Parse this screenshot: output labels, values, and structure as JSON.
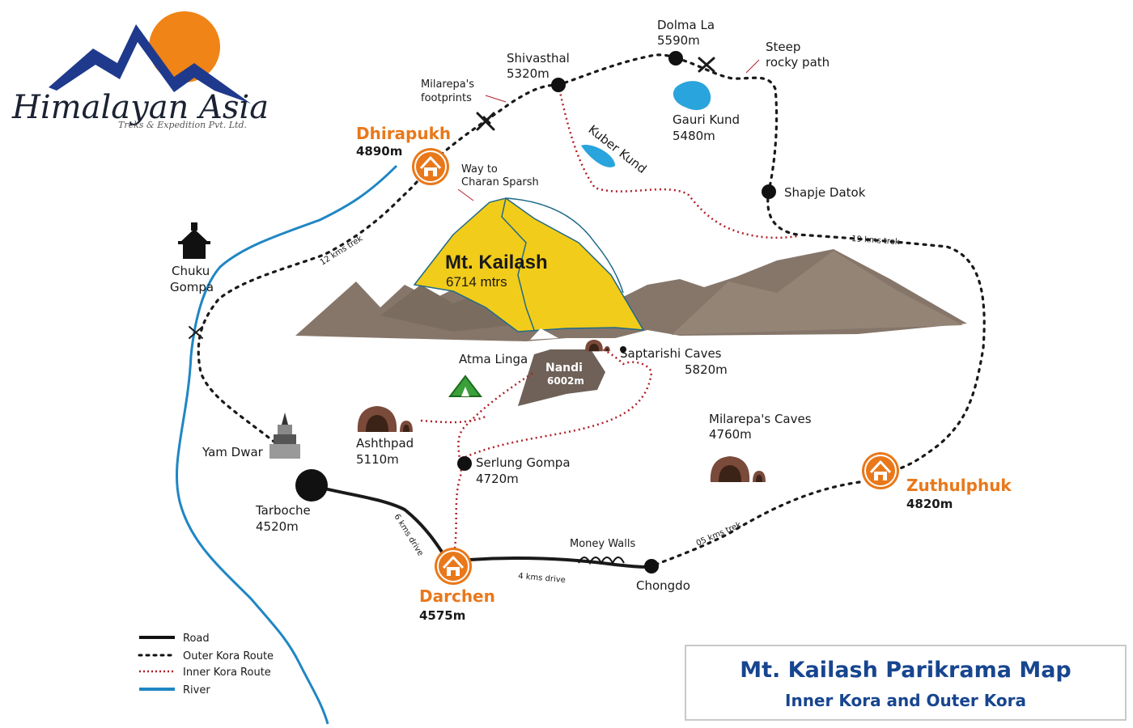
{
  "brand": {
    "name": "Himalayan Asia",
    "tagline": "Treks & Expedition Pvt. Ltd."
  },
  "title": {
    "main": "Mt. Kailash Parikrama Map",
    "sub": "Inner Kora and Outer Kora"
  },
  "peak": {
    "name": "Mt. Kailash",
    "altitude": "6714 mtrs"
  },
  "nandi": {
    "name": "Nandi",
    "altitude": "6002m"
  },
  "camps": {
    "dhirapukh": {
      "name": "Dhirapukh",
      "altitude": "4890m"
    },
    "darchen": {
      "name": "Darchen",
      "altitude": "4575m"
    },
    "zuthulphuk": {
      "name": "Zuthulphuk",
      "altitude": "4820m"
    }
  },
  "places": {
    "dolma_la": {
      "name": "Dolma La",
      "altitude": "5590m"
    },
    "shivasthal": {
      "name": "Shivasthal",
      "altitude": "5320m"
    },
    "gauri_kund": {
      "name": "Gauri Kund",
      "altitude": "5480m"
    },
    "kuber_kund": {
      "name": "Kuber Kund"
    },
    "shapje_datok": {
      "name": "Shapje Datok"
    },
    "saptarishi": {
      "name": "Saptarishi Caves",
      "altitude": "5820m"
    },
    "atma_linga": {
      "name": "Atma Linga"
    },
    "ashthpad": {
      "name": "Ashthpad",
      "altitude": "5110m"
    },
    "serlung": {
      "name": "Serlung Gompa",
      "altitude": "4720m"
    },
    "milarepa_caves": {
      "name": "Milarepa's Caves",
      "altitude": "4760m"
    },
    "tarboche": {
      "name": "Tarboche",
      "altitude": "4520m"
    },
    "chongdo": {
      "name": "Chongdo"
    },
    "yam_dwar": {
      "name": "Yam Dwar"
    },
    "chuku_line1": "Chuku",
    "chuku_line2": "Gompa",
    "money_walls": "Money Walls"
  },
  "notes": {
    "steep_line1": "Steep",
    "steep_line2": "rocky path",
    "footprints_line1": "Milarepa's",
    "footprints_line2": "footprints",
    "charan_line1": "Way to",
    "charan_line2": "Charan Sparsh"
  },
  "distances": {
    "trek12": "12 kms trek",
    "trek19": "19 kms trek",
    "trek05": "05 kms trek",
    "drive6": "6 kms drive",
    "drive4": "4 kms drive"
  },
  "legend": {
    "road": "Road",
    "outer": "Outer Kora Route",
    "inner": "Inner Kora Route",
    "river": "River"
  },
  "colors": {
    "camp": "#e9781a",
    "inner_route": "#b0202a",
    "river": "#1f86c4",
    "mountain": "#86766a",
    "peak": "#f2cc1a",
    "title": "#17458f"
  }
}
